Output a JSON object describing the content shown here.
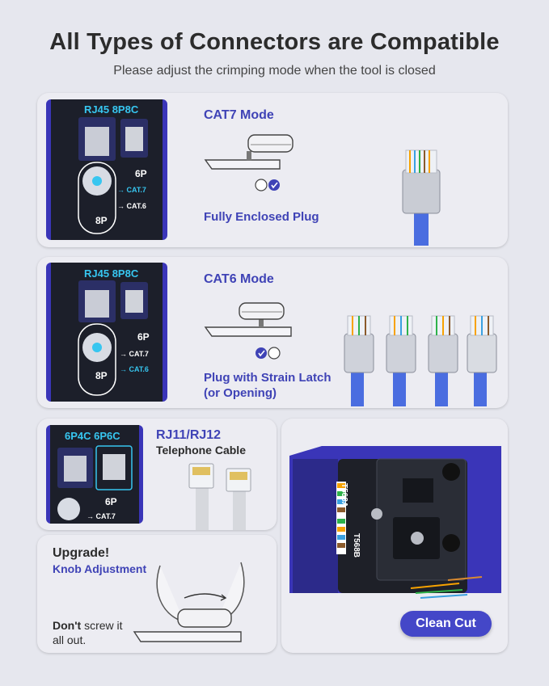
{
  "header": {
    "title": "All Types of Connectors are Compatible",
    "subtitle": "Please adjust the crimping mode when the tool is closed"
  },
  "cat7": {
    "mode": "CAT7 Mode",
    "desc": "Fully Enclosed Plug",
    "tool_label": "RJ45 8P8C",
    "p6": "6P",
    "p8": "8P",
    "arrow_cat7": "CAT.7",
    "arrow_cat6": "CAT.6"
  },
  "cat6": {
    "mode": "CAT6 Mode",
    "desc_line1": "Plug with Strain Latch",
    "desc_line2": "(or Opening)",
    "tool_label": "RJ45 8P8C",
    "p6": "6P",
    "p8": "8P",
    "arrow_cat7": "CAT.7",
    "arrow_cat6": "CAT.6"
  },
  "rj11": {
    "tool_label": "6P4C 6P6C",
    "title": "RJ11/RJ12",
    "subtitle": "Telephone Cable",
    "p6": "6P",
    "arrow_cat7": "CAT.7"
  },
  "upgrade": {
    "title": "Upgrade!",
    "subtitle": "Knob Adjustment",
    "warning_bold": "Don't",
    "warning_rest": " screw it",
    "warning_line2": "all out."
  },
  "cleancut": {
    "label_a": "T568A",
    "label_b": "T568B",
    "button": "Clean Cut"
  },
  "colors": {
    "accent": "#3f43b6",
    "cyan": "#37c6f0",
    "tool_dark": "#1c1f2a",
    "tool_blue": "#3a35b8"
  }
}
